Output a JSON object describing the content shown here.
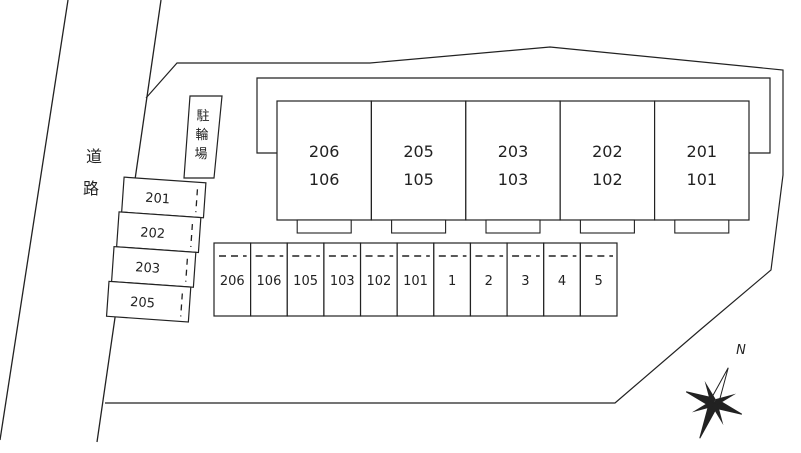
{
  "road": {
    "label_top": "道",
    "label_bottom": "路"
  },
  "bicycle_parking": {
    "label_chars": [
      "駐",
      "輪",
      "場"
    ]
  },
  "building": {
    "units": [
      {
        "upper": "206",
        "lower": "106"
      },
      {
        "upper": "205",
        "lower": "105"
      },
      {
        "upper": "203",
        "lower": "103"
      },
      {
        "upper": "202",
        "lower": "102"
      },
      {
        "upper": "201",
        "lower": "101"
      }
    ]
  },
  "side_parking": {
    "spaces": [
      "201",
      "202",
      "203",
      "205"
    ]
  },
  "front_parking": {
    "spaces": [
      "206",
      "106",
      "105",
      "103",
      "102",
      "101",
      "1",
      "2",
      "3",
      "4",
      "5"
    ]
  },
  "compass": {
    "label": "N"
  },
  "colors": {
    "line": "#222222",
    "background": "#ffffff"
  }
}
